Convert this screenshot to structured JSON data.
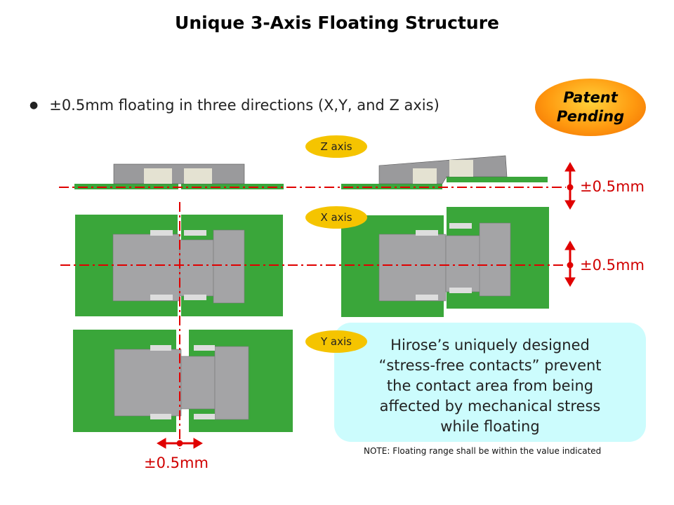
{
  "title": "Unique 3-Axis Floating Structure",
  "bullet": "±0.5mm floating in three directions (X,Y, and Z axis)",
  "patent": {
    "line1": "Patent",
    "line2": "Pending"
  },
  "axes": {
    "z": "Z axis",
    "x": "X axis",
    "y": "Y axis"
  },
  "ranges": {
    "z": "±0.5mm",
    "x": "±0.5mm",
    "y": "±0.5mm"
  },
  "callout": {
    "lines": [
      "Hirose’s uniquely designed",
      "“stress-free contacts” prevent",
      "the contact area from being",
      "affected by mechanical stress",
      "while floating"
    ]
  },
  "note": "NOTE: Floating range shall be within the value indicated",
  "colors": {
    "board": "#3aa63a",
    "connector": "#a4a4a6",
    "dash": "#e00000",
    "badge": "#f5c400",
    "callout": "#ccfcfd"
  }
}
